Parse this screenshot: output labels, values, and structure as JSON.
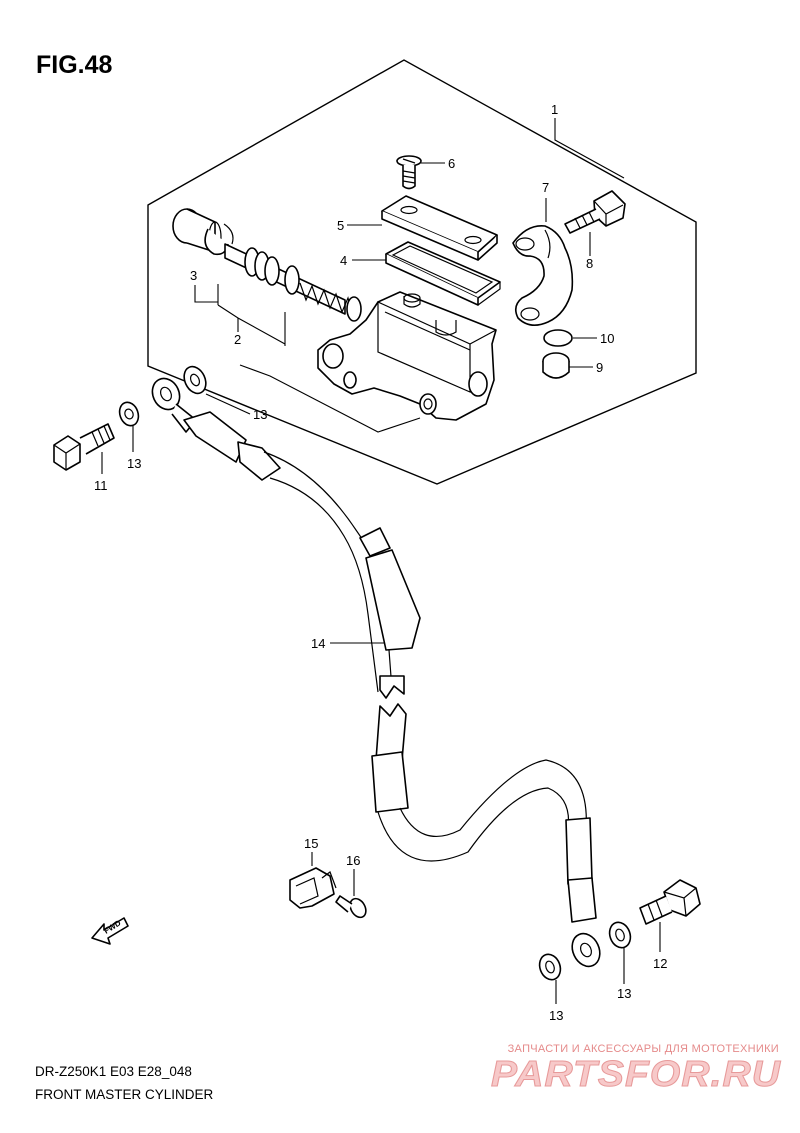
{
  "figure": {
    "title": "FIG.48"
  },
  "footer": {
    "model": "DR-Z250K1 E03 E28_048",
    "name": "FRONT MASTER CYLINDER"
  },
  "watermark": {
    "tagline": "ЗАПЧАСТИ И АКСЕССУАРЫ ДЛЯ МОТОТЕХНИКИ",
    "site": "PARTSFOR.RU"
  },
  "fwd_arrow": {
    "label": "FWD"
  },
  "callouts": [
    "1",
    "2",
    "3",
    "4",
    "5",
    "6",
    "7",
    "8",
    "9",
    "10",
    "11",
    "12",
    "13",
    "13",
    "13",
    "13",
    "14",
    "15",
    "16"
  ]
}
